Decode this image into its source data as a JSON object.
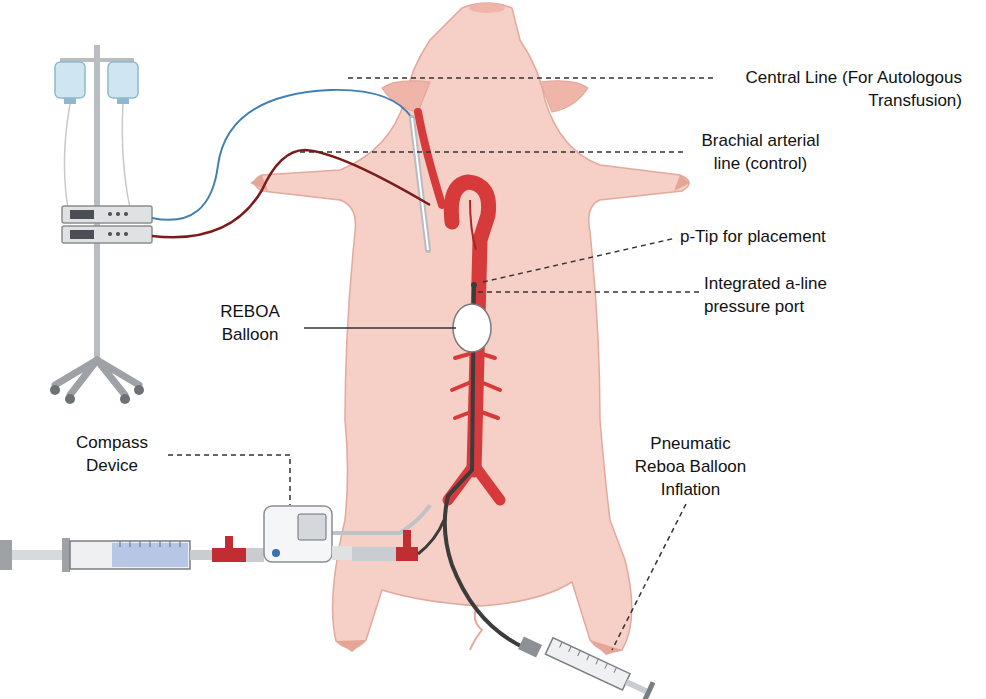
{
  "diagram": {
    "labels": [
      "Central Line (For Autologous Transfusion)",
      "Brachial arterial line (control)",
      "p-Tip for placement",
      "Integrated a-line pressure port",
      "REBOA Balloon",
      "Compass Device",
      "Pneumatic Reboa Balloon Inflation"
    ]
  }
}
